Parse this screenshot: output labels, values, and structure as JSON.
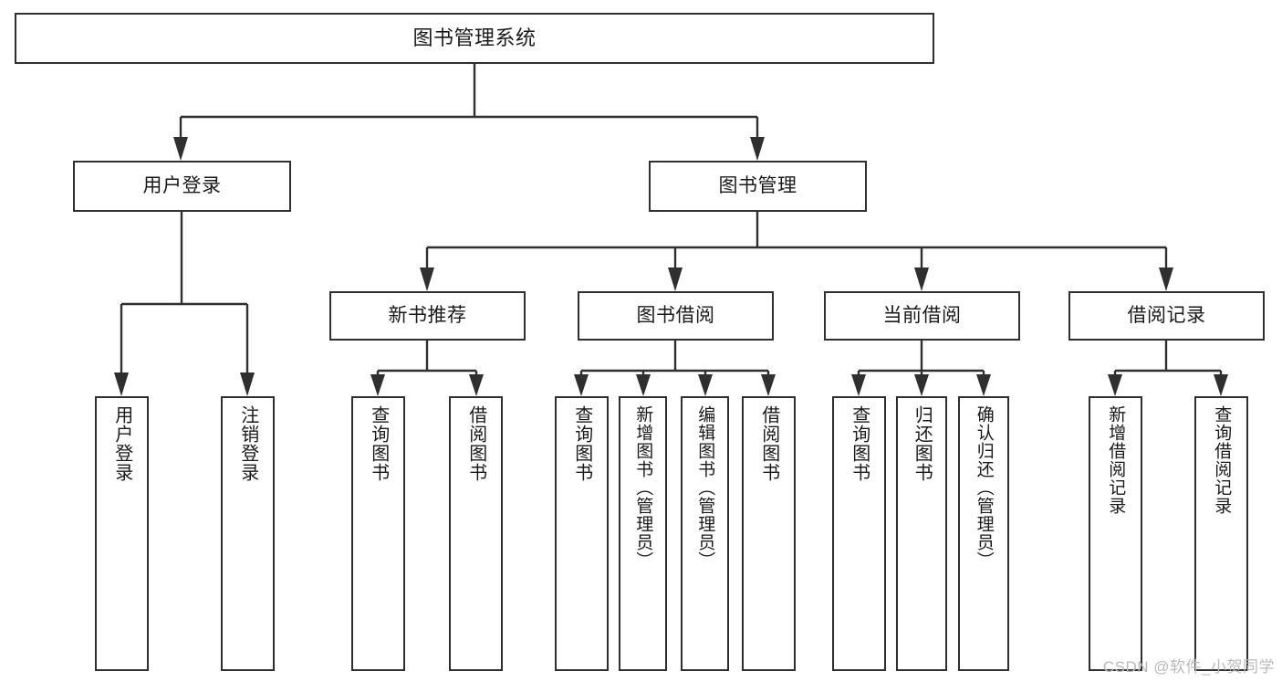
{
  "diagram": {
    "title": "图书管理系统",
    "type": "tree-hierarchy-chart",
    "stroke_color": "#2f2f2f",
    "fill_color": "#ffffff",
    "text_color": "#1a1a1a"
  },
  "nodes": {
    "root": {
      "label": "图书管理系统"
    },
    "level1": [
      {
        "label": "用户登录"
      },
      {
        "label": "图书管理"
      }
    ],
    "level2": [
      {
        "label": "新书推荐"
      },
      {
        "label": "图书借阅"
      },
      {
        "label": "当前借阅"
      },
      {
        "label": "借阅记录"
      }
    ],
    "leaves": {
      "user_login": [
        {
          "label": "用户登录"
        },
        {
          "label": "注销登录"
        }
      ],
      "new_book_recommend": [
        {
          "label": "查询图书"
        },
        {
          "label": "借阅图书"
        }
      ],
      "book_borrow": [
        {
          "label": "查询图书"
        },
        {
          "label": "新增图书（管理员）"
        },
        {
          "label": "编辑图书（管理员）"
        },
        {
          "label": "借阅图书"
        }
      ],
      "current_borrow": [
        {
          "label": "查询图书"
        },
        {
          "label": "归还图书"
        },
        {
          "label": "确认归还（管理员）"
        }
      ],
      "borrow_record": [
        {
          "label": "新增借阅记录"
        },
        {
          "label": "查询借阅记录"
        }
      ]
    }
  },
  "watermark": {
    "text": "CSDN @软件_小贺同学"
  }
}
